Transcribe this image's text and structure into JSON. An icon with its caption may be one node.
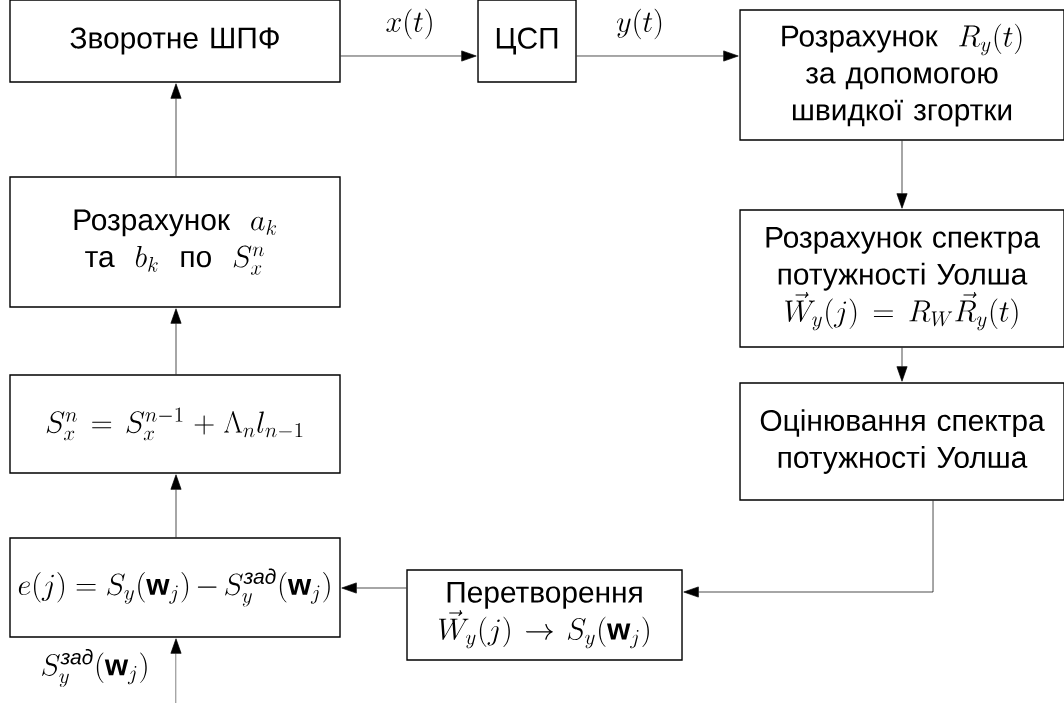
{
  "diagram": {
    "nodes": [
      {
        "text": [
          "Зворотне ШПФ"
        ]
      },
      {
        "text": [
          "ЦСП"
        ]
      },
      {
        "text": [
          "Розрахунок",
          "R_y(t)",
          "за допомогою швидкої згортки"
        ]
      },
      {
        "text": [
          "Розрахунок",
          "a_k",
          "та",
          "b_k",
          "по",
          "S_x^n"
        ]
      },
      {
        "text": [
          "Розрахунок спектра потужності Уолша",
          "\\vec{W}_y(j) = R_W \\vec{R}_y(t)"
        ]
      },
      {
        "text": [
          "S_x^n = S_x^{n-1} + \\Lambda_n l_{n-1}"
        ]
      },
      {
        "text": [
          "Оцінювання спектра потужності Уолша"
        ]
      },
      {
        "text": [
          "e(j) = S_y(\\mathbf{w}_j) - S_y^{\\text{\\itshape зад}}(\\mathbf{w}_j)"
        ]
      },
      {
        "text": [
          "Перетворення",
          "\\vec{W}_y(j) \\to S_y(\\mathbf{w}_j)"
        ]
      }
    ],
    "edges": [
      {
        "from": 0,
        "to": 1,
        "arrow": "to",
        "label": "x(t)"
      },
      {
        "from": 1,
        "to": 2,
        "arrow": "to",
        "label": "y(t)"
      },
      {
        "from": 2,
        "to": 4,
        "arrow": "to"
      },
      {
        "from": 4,
        "to": 6,
        "arrow": "to"
      },
      {
        "from": 6,
        "to": 8,
        "arrow": "to"
      },
      {
        "from": 8,
        "to": 7,
        "arrow": "to"
      },
      {
        "from": 7,
        "to": 5,
        "arrow": "to"
      },
      {
        "from": 5,
        "to": 3,
        "arrow": "to"
      },
      {
        "from": 3,
        "to": 0,
        "arrow": "to"
      },
      {
        "from": null,
        "to": 7,
        "arrow": "to",
        "label": "S_y^{\\text{\\itshape зад}}(\\mathbf{w}_j)"
      }
    ]
  }
}
